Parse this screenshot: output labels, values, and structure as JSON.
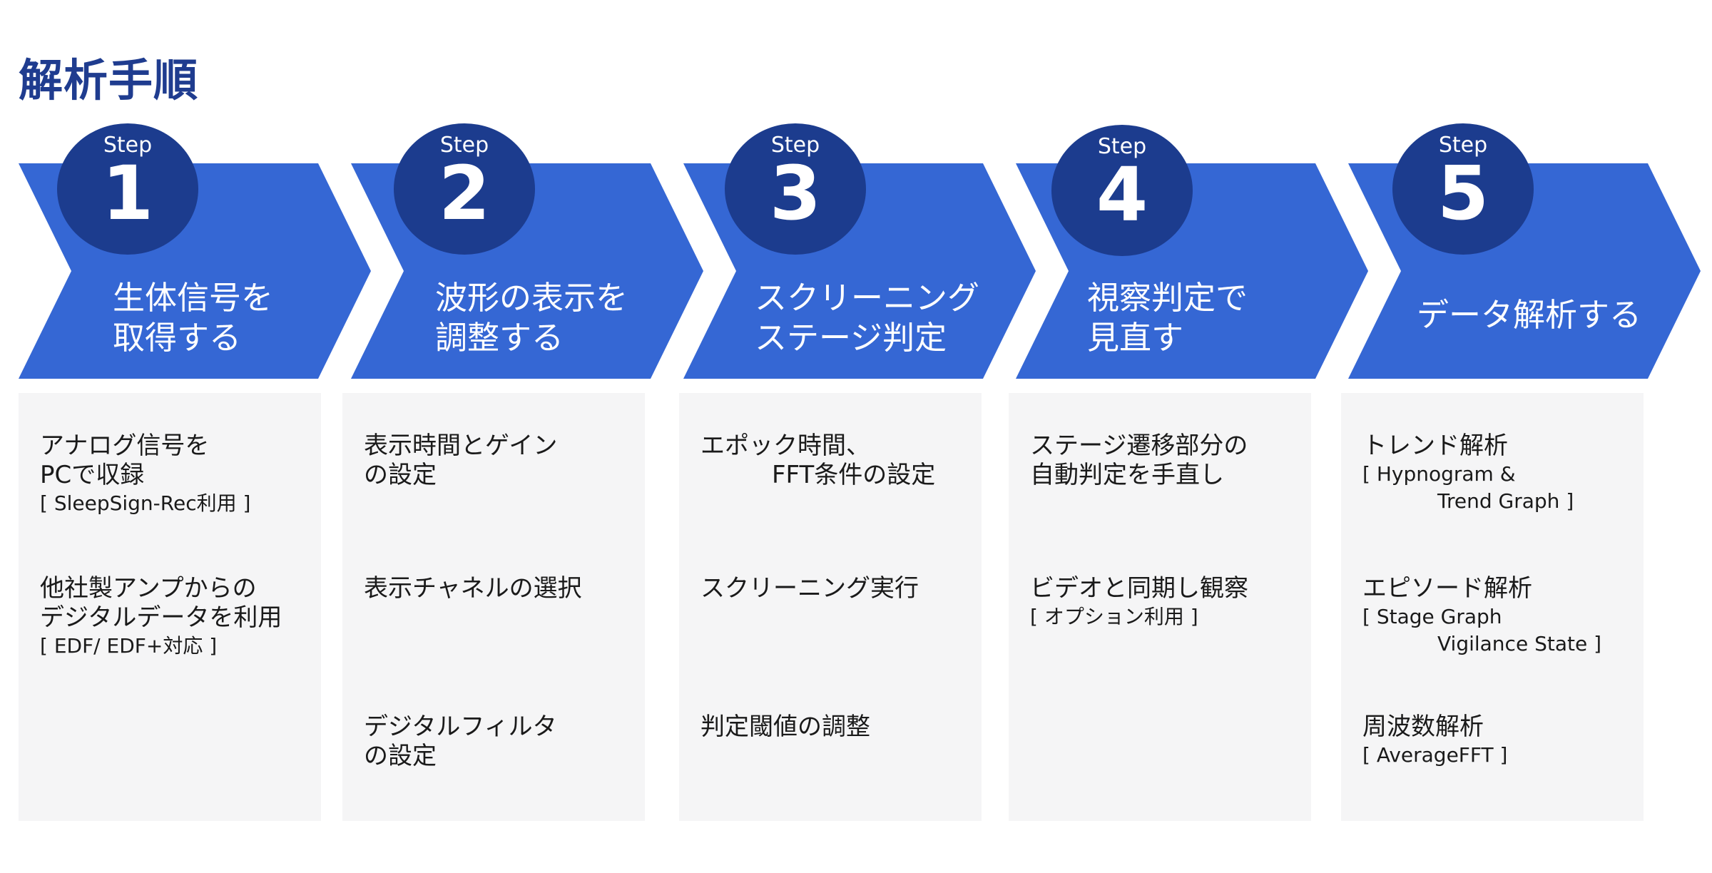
{
  "title": "解析手順",
  "colors": {
    "chevron": "#3567d4",
    "badge": "#1c3c8e",
    "title": "#1f3c8f",
    "panel": "#f5f5f6"
  },
  "steps": [
    {
      "label": "Step",
      "number": "1",
      "heading": [
        "生体信号を",
        "取得する"
      ],
      "items": [
        {
          "lines": [
            "アナログ信号を",
            "PCで収録"
          ],
          "notes": [
            "[ SleepSign-Rec利用 ]"
          ]
        },
        {
          "lines": [
            "他社製アンプからの",
            "デジタルデータを利用"
          ],
          "notes": [
            "[ EDF/ EDF+対応 ]"
          ]
        }
      ]
    },
    {
      "label": "Step",
      "number": "2",
      "heading": [
        "波形の表示を",
        "調整する"
      ],
      "items": [
        {
          "lines": [
            "表示時間とゲイン",
            "の設定"
          ],
          "notes": []
        },
        {
          "lines": [
            "表示チャネルの選択"
          ],
          "notes": []
        },
        {
          "lines": [
            "デジタルフィルタ",
            "の設定"
          ],
          "notes": []
        }
      ]
    },
    {
      "label": "Step",
      "number": "3",
      "heading": [
        "スクリーニング",
        "ステージ判定"
      ],
      "items": [
        {
          "lines": [
            "エポック時間、",
            "FFT条件の設定"
          ],
          "notes": []
        },
        {
          "lines": [
            "スクリーニング実行"
          ],
          "notes": []
        },
        {
          "lines": [
            "判定閾値の調整"
          ],
          "notes": []
        }
      ]
    },
    {
      "label": "Step",
      "number": "4",
      "heading": [
        "視察判定で",
        "見直す"
      ],
      "items": [
        {
          "lines": [
            "ステージ遷移部分の",
            "自動判定を手直し"
          ],
          "notes": []
        },
        {
          "lines": [
            "ビデオと同期し観察"
          ],
          "notes": [
            "[ オプション利用 ]"
          ]
        }
      ]
    },
    {
      "label": "Step",
      "number": "5",
      "heading": [
        "データ解析する"
      ],
      "items": [
        {
          "lines": [
            "トレンド解析"
          ],
          "notes": [
            "[ Hypnogram &",
            "Trend Graph ]"
          ]
        },
        {
          "lines": [
            "エピソード解析"
          ],
          "notes": [
            "[ Stage Graph",
            "Vigilance State ]"
          ]
        },
        {
          "lines": [
            "周波数解析"
          ],
          "notes": [
            "[ AverageFFT ]"
          ]
        }
      ]
    }
  ]
}
